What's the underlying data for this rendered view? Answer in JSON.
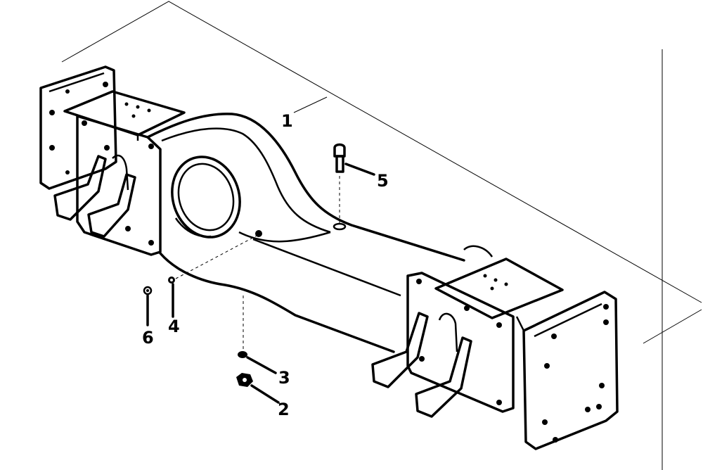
{
  "callouts": {
    "c1": "1",
    "c2": "2",
    "c3": "3",
    "c4": "4",
    "c5": "5",
    "c6": "6"
  },
  "parts": [
    {
      "callout": "1",
      "name": "axle-housing"
    },
    {
      "callout": "2",
      "name": "nut"
    },
    {
      "callout": "3",
      "name": "washer"
    },
    {
      "callout": "4",
      "name": "washer"
    },
    {
      "callout": "5",
      "name": "bolt"
    },
    {
      "callout": "6",
      "name": "plug"
    }
  ],
  "colors": {
    "line": "#000000",
    "background": "#ffffff"
  }
}
